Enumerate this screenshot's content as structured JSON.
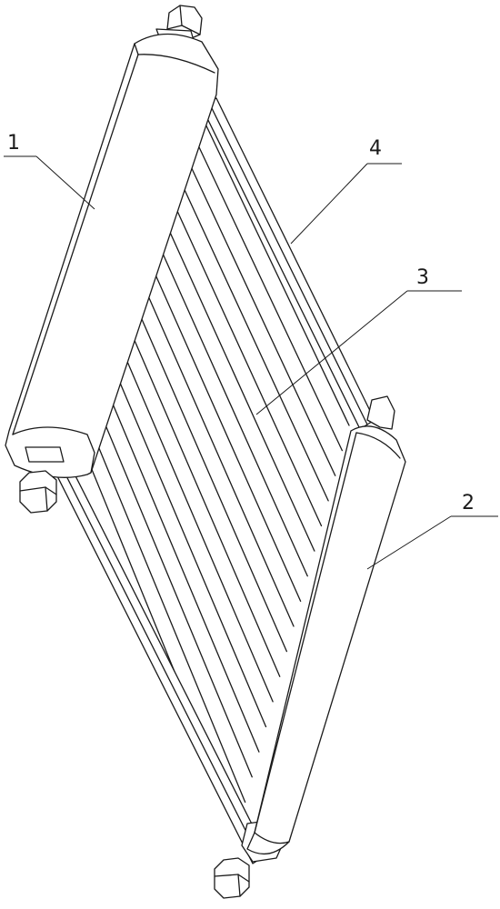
{
  "figure": {
    "labels": [
      {
        "id": "roller-left",
        "text": "1"
      },
      {
        "id": "roller-right",
        "text": "2"
      },
      {
        "id": "strips",
        "text": "3"
      },
      {
        "id": "side-bar",
        "text": "4"
      }
    ]
  }
}
